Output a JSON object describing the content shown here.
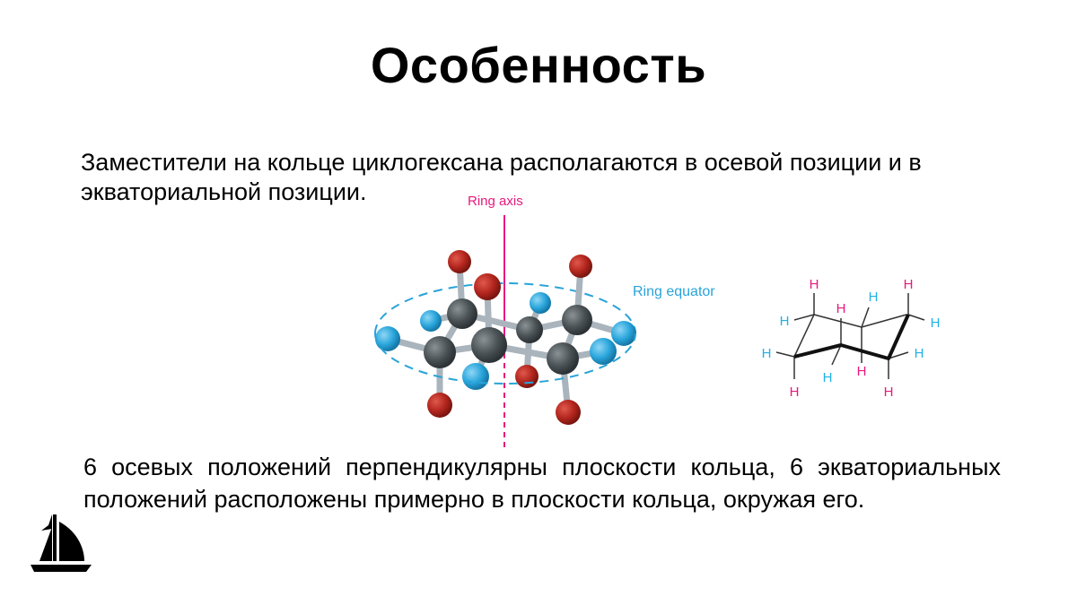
{
  "slide": {
    "title": "Особенность",
    "intro_text": "Заместители на кольце циклогексана располагаются в осевой позиции и в экваториальной позиции.",
    "outro_text": "6 осевых положений перпендикулярны плоскости кольца, 6 экваториальных положений расположены примерно в плоскости кольца, окружая его."
  },
  "figure_3d": {
    "ring_axis_label": "Ring axis",
    "ring_equator_label": "Ring equator",
    "colors": {
      "axial_atom": "#b3261e",
      "equatorial_atom": "#2aa6dc",
      "carbon_atom": "#4a5256",
      "bond": "#aab4bc",
      "axis_line": "#e6197d",
      "equator_line": "#29a3d9"
    }
  },
  "figure_2d": {
    "atom_label": "H",
    "axial_color": "#e6197d",
    "equatorial_color": "#1fb1e6"
  },
  "logo": {
    "icon": "sailboat-icon"
  }
}
